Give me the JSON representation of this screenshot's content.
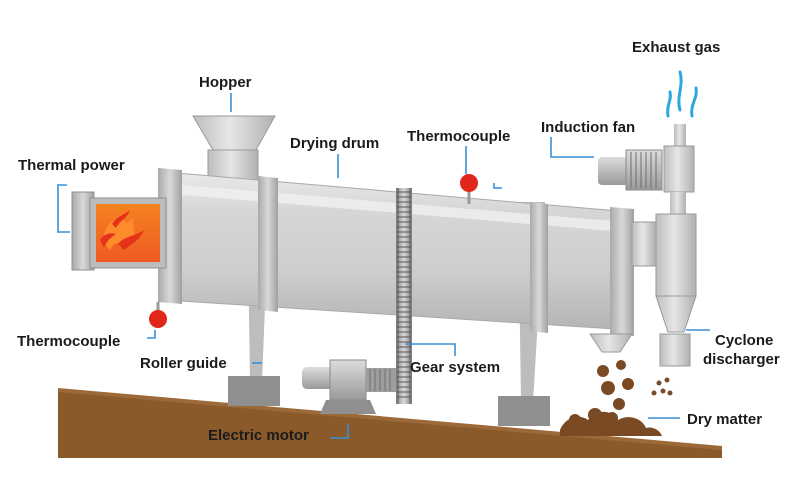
{
  "labels": {
    "exhaust_gas": "Exhaust gas",
    "hopper": "Hopper",
    "induction_fan": "Induction fan",
    "drying_drum": "Drying drum",
    "thermocouple_top": "Thermocouple",
    "thermal_power": "Thermal power",
    "thermocouple_bottom": "Thermocouple",
    "roller_guide": "Roller guide",
    "gear_system": "Gear system",
    "cyclone_discharger_line1": "Cyclone",
    "cyclone_discharger_line2": "discharger",
    "electric_motor": "Electric motor",
    "dry_matter": "Dry matter"
  },
  "colors": {
    "ground": "#8b5a2b",
    "metal": "#c9c9c9",
    "metal_dark": "#8f8f8f",
    "flame": "#f26522",
    "thermocouple": "#e1261c",
    "leader_line": "#3a8fd6",
    "exhaust": "#2fa6de",
    "dry_matter": "#7a4a24"
  },
  "icons": {
    "fire": "fire-icon",
    "exhaust": "exhaust-wave-icon"
  }
}
